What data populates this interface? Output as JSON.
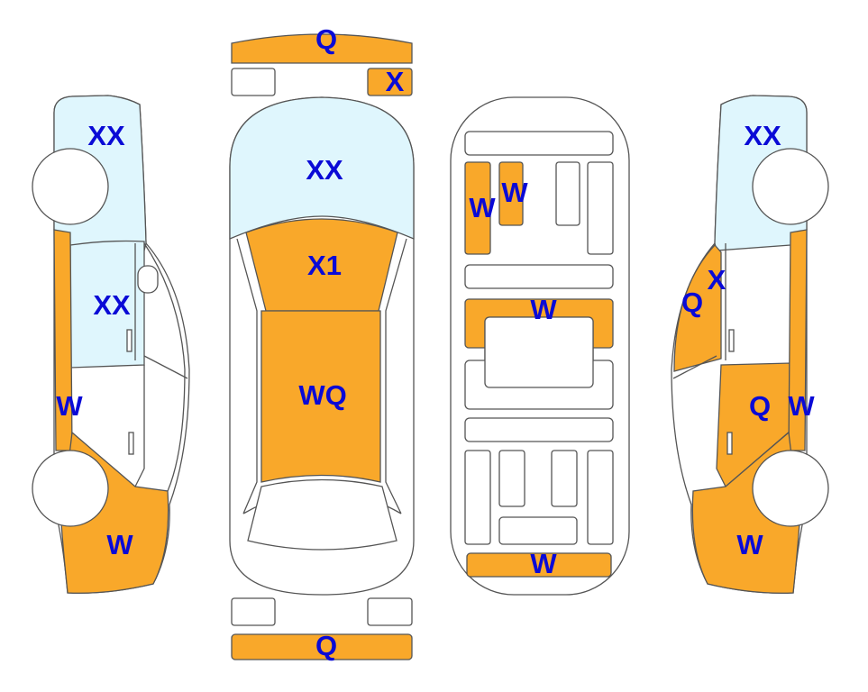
{
  "colors": {
    "damage": "#f9a82a",
    "glass": "#dff6fd",
    "label": "#0a0ad6"
  },
  "labels": {
    "front_bumper": "Q",
    "front_right_light": "X",
    "left_front": "XX",
    "left_front_door_glass": "XX",
    "left_sill": "W",
    "left_rear": "W",
    "windshield": "XX",
    "hood": "X1",
    "roof": "WQ",
    "under_left_1": "W",
    "under_left_2": "W",
    "under_middle": "W",
    "under_rear": "W",
    "right_front": "XX",
    "right_pillar_x": "X",
    "right_pillar_q": "Q",
    "right_door": "Q",
    "right_sill": "W",
    "right_rear": "W",
    "rear_bumper": "Q"
  }
}
